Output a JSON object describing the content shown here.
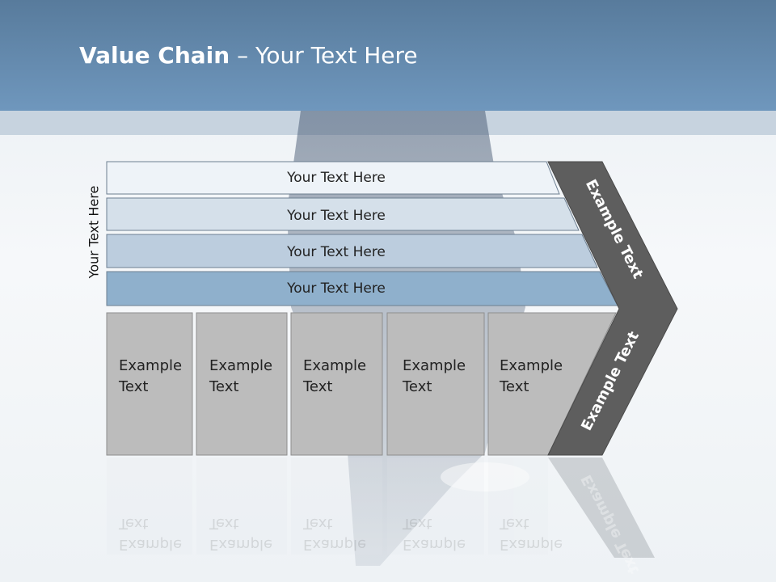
{
  "title": {
    "bold": "Value Chain",
    "rest": " – Your Text Here"
  },
  "side_label": "Your Text Here",
  "rows": [
    "Your Text Here",
    "Your Text Here",
    "Your Text Here",
    "Your Text Here"
  ],
  "cells": [
    {
      "line1": "Example",
      "line2": "Text"
    },
    {
      "line1": "Example",
      "line2": "Text"
    },
    {
      "line1": "Example",
      "line2": "Text"
    },
    {
      "line1": "Example",
      "line2": "Text"
    },
    {
      "line1": "Example",
      "line2": "Text"
    }
  ],
  "chevron": {
    "upper": "Example Text",
    "lower": "Example Text"
  },
  "colors": {
    "header": "#6f97bd",
    "row1": "#eef3f8",
    "row2": "#d5e0ea",
    "row3": "#bccdde",
    "row4": "#8fb0cc",
    "cell": "#bcbcbc",
    "chevron": "#5e5e5e"
  }
}
